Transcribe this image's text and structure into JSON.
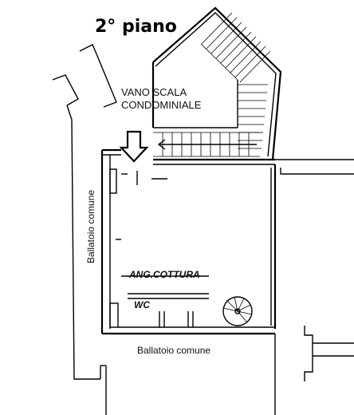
{
  "plan": {
    "title": "2° piano",
    "labels": {
      "stair_line1": "VANO SCALA",
      "stair_line2": "CONDOMINIALE",
      "balcony_left": "Ballatoio comune",
      "kitchen": "ANG.COTTURA",
      "wc": "WC",
      "balcony_bottom": "Ballatoio comune"
    }
  }
}
